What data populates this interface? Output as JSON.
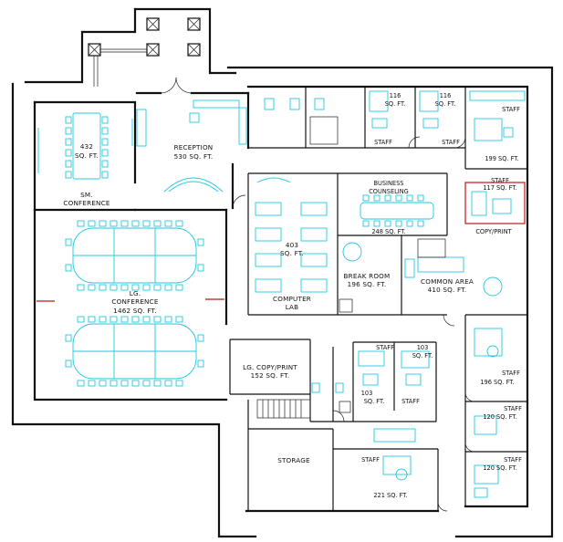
{
  "rooms": {
    "sm_conf": {
      "area": "432",
      "units": "SQ. FT.",
      "name": "SM.",
      "name2": "CONFERENCE"
    },
    "reception": {
      "name": "RECEPTION",
      "area": "530 SQ. FT."
    },
    "lg_conf": {
      "name": "LG.",
      "name2": "CONFERENCE",
      "area": "1462 SQ. FT."
    },
    "office_116a": {
      "area": "116",
      "units": "SQ. FT."
    },
    "office_116b": {
      "area": "116",
      "units": "SQ. FT."
    },
    "staff_1": "STAFF",
    "staff_2": "STAFF",
    "staff_3": "STAFF",
    "area_199": "199 SQ. FT.",
    "staff_4": "STAFF",
    "area_117": "117 SQ. FT.",
    "copy_print": "COPY/PRINT",
    "business": {
      "name": "BUSINESS",
      "name2": "COUNSELING",
      "area": "248 SQ. FT."
    },
    "computer_lab": {
      "area": "403",
      "units": "SQ. FT.",
      "name": "COMPUTER",
      "name2": "LAB"
    },
    "break_room": {
      "name": "BREAK ROOM",
      "area": "196 SQ. FT."
    },
    "common_area": {
      "name": "COMMON AREA",
      "area": "410 SQ. FT."
    },
    "lg_copy": {
      "name": "LG. COPY/PRINT",
      "area": "152 SQ. FT."
    },
    "staff_103a": {
      "name": "STAFF",
      "area": "103",
      "units": "SQ. FT."
    },
    "staff_103b": {
      "area": "103",
      "units": "SQ. FT.",
      "name": "STAFF"
    },
    "staff_196": {
      "name": "STAFF",
      "area": "196 SQ. FT."
    },
    "staff_120a": {
      "name": "STAFF",
      "area": "120 SQ. FT."
    },
    "staff_120b": {
      "name": "STAFF",
      "area": "120 SQ. FT."
    },
    "storage": "STORAGE",
    "staff_221": {
      "name": "STAFF",
      "area": "221 SQ. FT."
    }
  },
  "colors": {
    "walls": "#111111",
    "furniture": "#25c7e0",
    "accent": "#c0161b"
  }
}
